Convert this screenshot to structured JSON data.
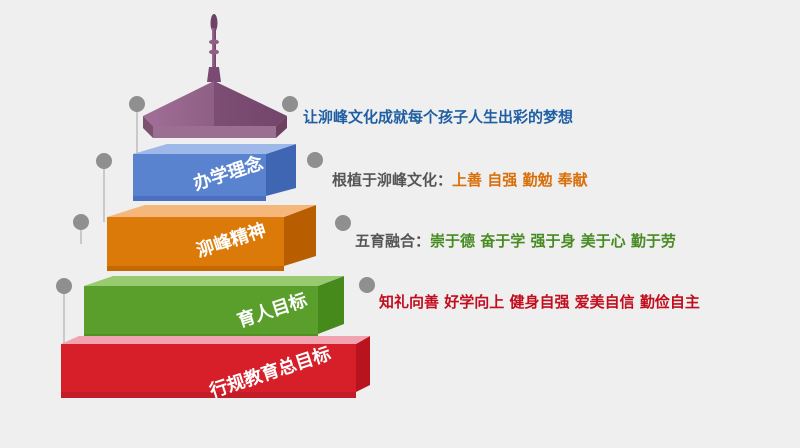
{
  "diagram": {
    "title_statement": "让泖峰文化成就每个孩子人生出彩的梦想",
    "levels": [
      {
        "label": "办学理念",
        "side_text": "",
        "color": "#5a83cf"
      },
      {
        "label": "泖峰精神",
        "side_text": "上善  自强  勤勉  奉献",
        "prefix": "根植于泖峰文化：",
        "color": "#dc7a09"
      },
      {
        "label": "育人目标",
        "side_text": "崇于德  奋于学  强于身  美于心  勤于劳",
        "prefix": "五育融合：",
        "color": "#5a9f2b"
      },
      {
        "label": "行规教育总目标",
        "side_text": "知礼向善  好学向上  健身自强  爱美自信  勤俭自主",
        "color": "#d71f2a"
      }
    ]
  },
  "colors": {
    "background": "#efeff0",
    "title_blue": "#1f5fa2",
    "orange": "#d86f0a",
    "green": "#478b21",
    "red": "#c10d1d",
    "gray_marker": "#8f8f8f"
  }
}
